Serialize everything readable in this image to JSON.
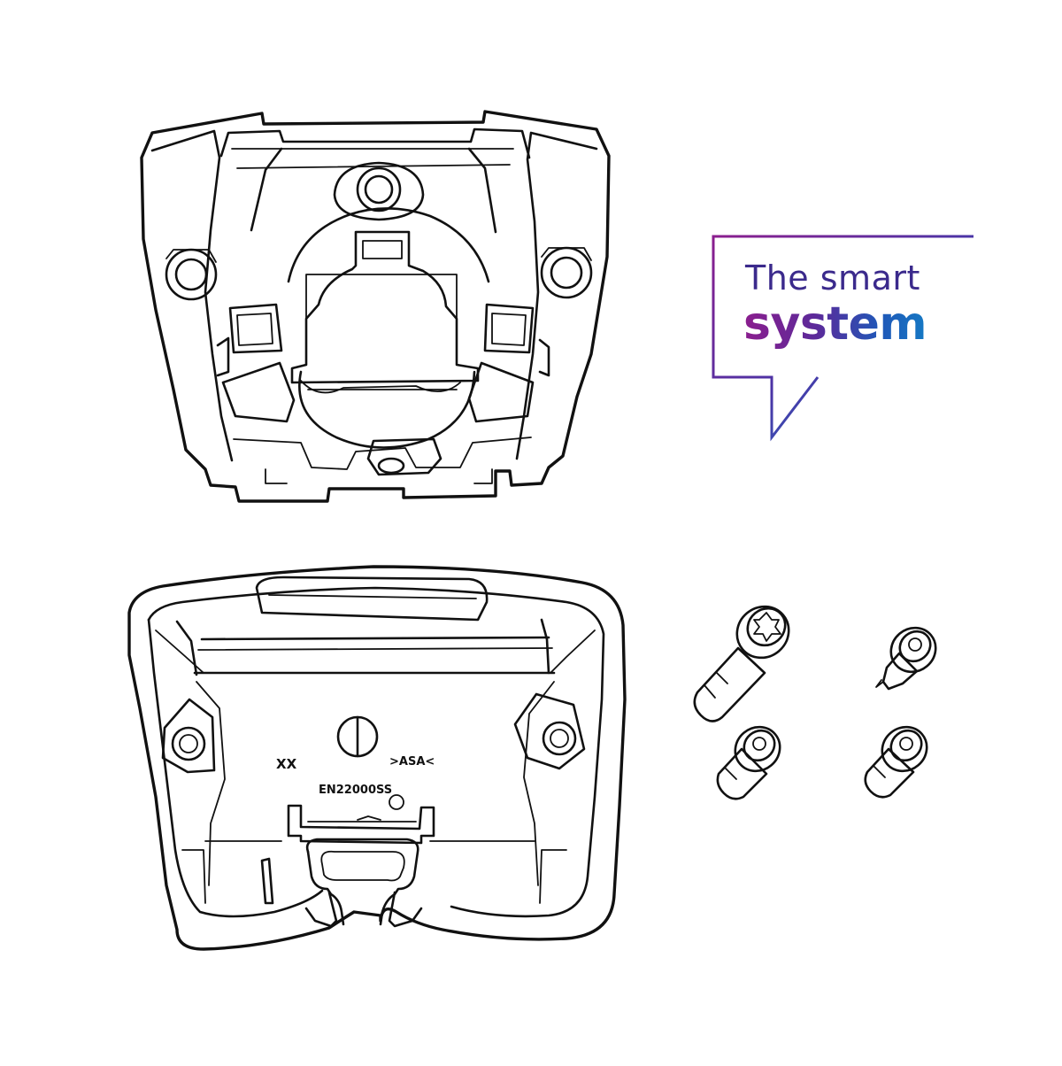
{
  "logo": {
    "line1": "The smart",
    "line2": "system",
    "gradient_start": "#8b1e8e",
    "gradient_mid": "#5b2a9a",
    "gradient_end": "#1579c4"
  },
  "parts": {
    "bottom_cover": {
      "marking_left": "XX",
      "marking_right": ">ASA<",
      "marking_code": "EN22000SS"
    }
  },
  "icons": [
    "speech-bubble-frame",
    "screw-icon"
  ]
}
